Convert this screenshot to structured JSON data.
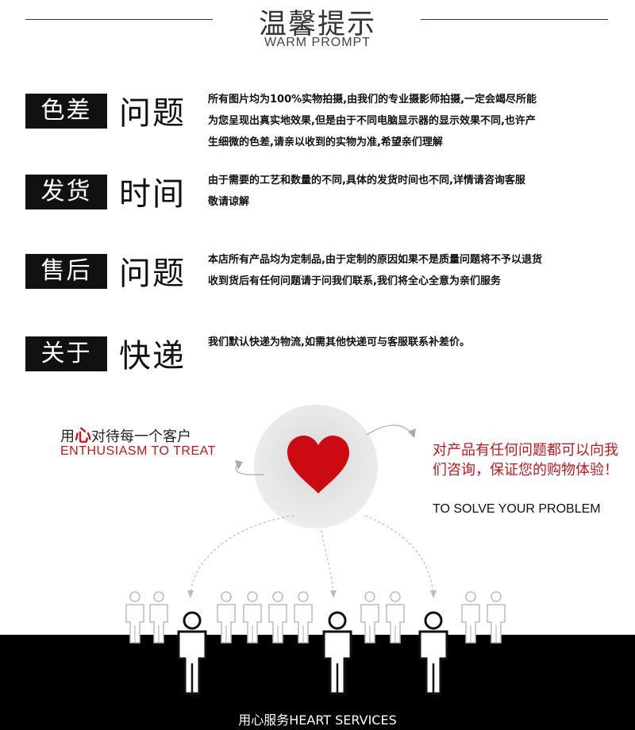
{
  "header": {
    "title": "温馨提示",
    "subtitle": "WARM PROMPT"
  },
  "rows": [
    {
      "tag": "色差",
      "word": "问题",
      "lines": [
        "所有图片均为100%实物拍摄,由我们的专业摄影师拍摄,一定会竭尽所能",
        "为您呈现出真实地效果,但是由于不同电脑显示器的显示效果不同,也许产",
        "生细微的色差,请亲以收到的实物为准,希望亲们理解"
      ]
    },
    {
      "tag": "发货",
      "word": "时间",
      "lines": [
        "由于需要的工艺和数量的不同,具体的发货时间也不同,详情请咨询客服",
        "敬请谅解"
      ]
    },
    {
      "tag": "售后",
      "word": "问题",
      "lines": [
        "本店所有产品均为定制品,由于定制的原因如果不是质量问题将不予以退货",
        "收到货后有任何问题请于问我们联系,我们将全心全意为亲们服务"
      ]
    },
    {
      "tag": "关于",
      "word": "快递",
      "lines": [
        "我们默认快递为物流,如需其他快递可与客服联系补差价。"
      ]
    }
  ],
  "illustration": {
    "left_caption": {
      "prefix": "用",
      "highlight": "心",
      "suffix": "对待每一个客户",
      "english": "ENTHUSIASM TO TREAT"
    },
    "right_caption": {
      "chinese": "对产品有任何问题都可以向我们咨询，保证您的购物体验！",
      "english": "TO SOLVE YOUR PROBLEM"
    },
    "footer_label": "用心服务HEART SERVICES",
    "colors": {
      "accent_red": "#c4161c",
      "heart_red": "#cc0a12",
      "band_black": "#000000"
    }
  }
}
